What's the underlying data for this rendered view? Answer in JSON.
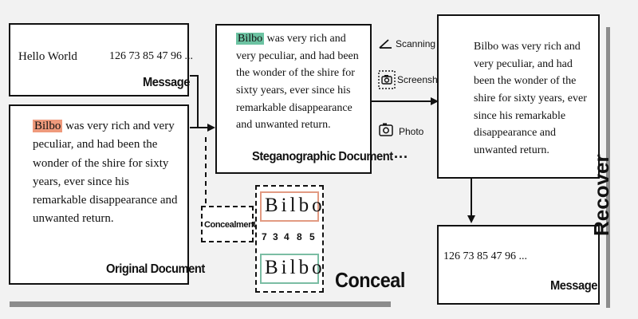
{
  "message_box": {
    "input_text": "Hello World",
    "encoded_numbers": "126 73 85 47 96 ...",
    "caption": "Message"
  },
  "original_document": {
    "highlight_word": "Bilbo",
    "highlight_color": "#ef9a7c",
    "text": " was very rich and very peculiar, and had been the wonder of the shire for sixty years, ever since his remarkable disappearance and unwanted return.",
    "caption": "Original Document"
  },
  "stego_document": {
    "highlight_word": "Bilbo",
    "highlight_color": "#6cc3a2",
    "text": " was very rich and very peculiar, and had been the wonder of the shire for sixty years, ever since his remarkable disappearance and unwanted return.",
    "caption": "Steganographic Document"
  },
  "concealment": {
    "label": "Concealment",
    "word_top": "Bilbo",
    "digits": [
      "7",
      "3",
      "4",
      "8",
      "5"
    ],
    "word_bottom": "Bilbo",
    "top_border_color": "#e29a82",
    "bottom_border_color": "#7bbda4"
  },
  "channels": {
    "items": [
      {
        "label": "Scanning",
        "icon": "scanner-icon"
      },
      {
        "label": "Screenshot",
        "icon": "screenshot-icon"
      },
      {
        "label": "Photo",
        "icon": "camera-icon"
      }
    ],
    "more": "..."
  },
  "recovered_document": {
    "text": "Bilbo was very rich and very peculiar, and had been the wonder of the shire for sixty years, ever since his remarkable disappearance and unwanted return."
  },
  "recovered_message": {
    "numbers": "126 73 85 47 96 ...",
    "caption": "Message"
  },
  "section_labels": {
    "conceal": "Conceal",
    "recover": "Recover"
  }
}
